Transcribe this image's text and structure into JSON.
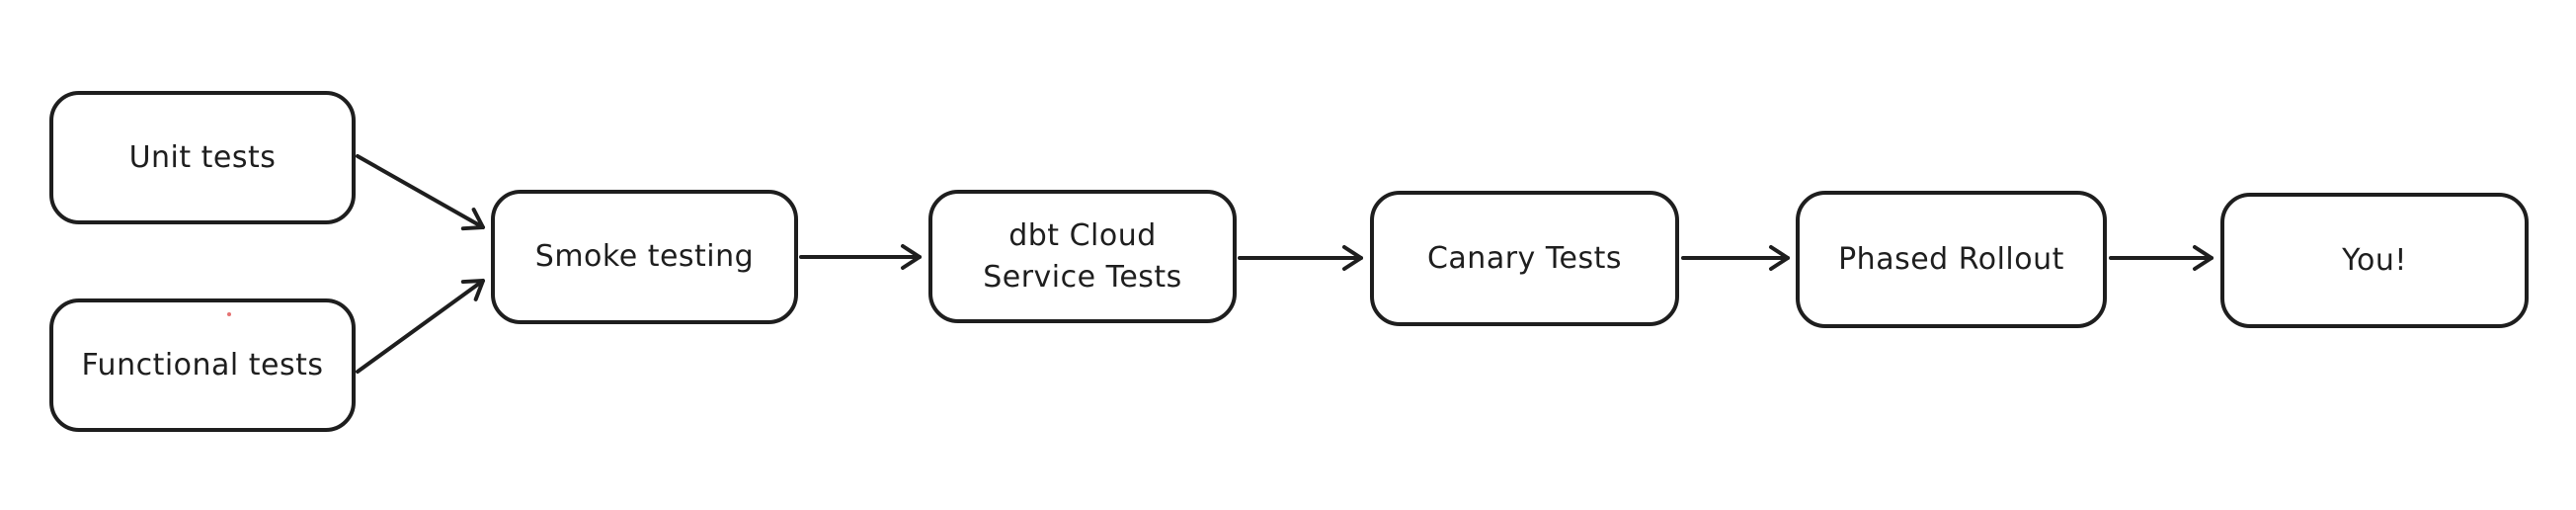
{
  "diagram": {
    "background_color": "#ffffff",
    "stroke_color": "#1e1e1e",
    "artifact_dot_color": "#e57373",
    "nodes": [
      {
        "id": "unit-tests",
        "label": "Unit tests"
      },
      {
        "id": "functional-tests",
        "label": "Functional tests"
      },
      {
        "id": "smoke-testing",
        "label": "Smoke testing"
      },
      {
        "id": "dbt-cloud-service-tests",
        "label": "dbt Cloud\nService Tests"
      },
      {
        "id": "canary-tests",
        "label": "Canary Tests"
      },
      {
        "id": "phased-rollout",
        "label": "Phased Rollout"
      },
      {
        "id": "you",
        "label": "You!"
      }
    ],
    "edges": [
      {
        "from": "unit-tests",
        "to": "smoke-testing"
      },
      {
        "from": "functional-tests",
        "to": "smoke-testing"
      },
      {
        "from": "smoke-testing",
        "to": "dbt-cloud-service-tests"
      },
      {
        "from": "dbt-cloud-service-tests",
        "to": "canary-tests"
      },
      {
        "from": "canary-tests",
        "to": "phased-rollout"
      },
      {
        "from": "phased-rollout",
        "to": "you"
      }
    ]
  }
}
